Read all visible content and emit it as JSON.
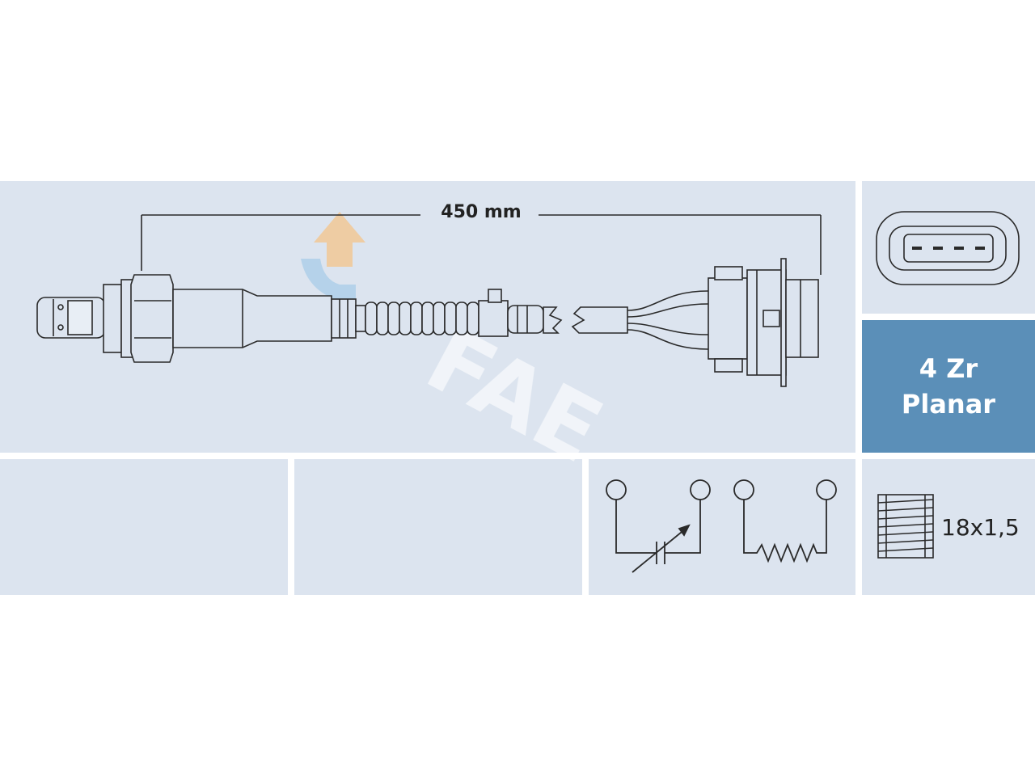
{
  "dimension": {
    "length_label": "450 mm"
  },
  "sensor_type": {
    "line1": "4 Zr",
    "line2": "Planar"
  },
  "thread": {
    "label": "18x1,5"
  },
  "connector": {
    "pin_count": 4
  },
  "colors": {
    "panel": "#dce4ef",
    "accent_panel": "#5b8fb8",
    "stroke": "#2a2a2a",
    "watermark_orange": "#f5c48a",
    "watermark_blue": "#a9cde8"
  },
  "icons": [
    "oxygen-sensor-drawing",
    "connector-plug-icon",
    "variable-resistor-symbol",
    "heater-resistor-symbol",
    "thread-icon",
    "brand-watermark"
  ]
}
